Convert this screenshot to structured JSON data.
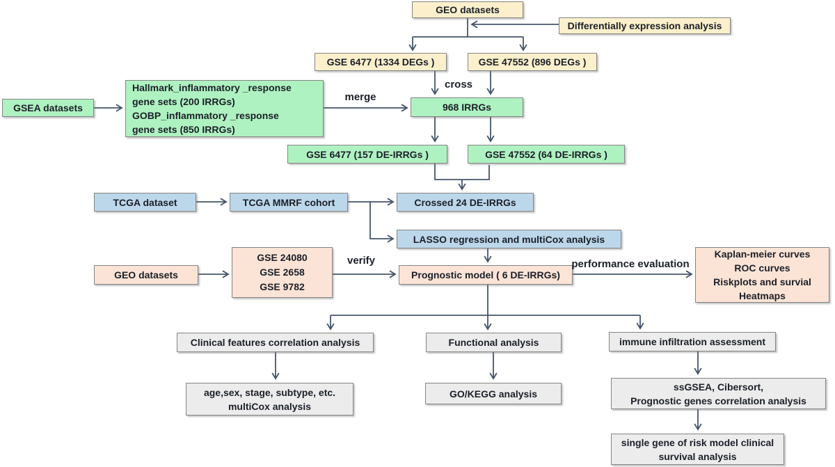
{
  "nodes": {
    "geo_top": {
      "text": "GEO datasets"
    },
    "dea": {
      "text": "Differentially expression analysis"
    },
    "gse6477_degs": {
      "text": "GSE 6477 (1334 DEGs )"
    },
    "gse47552_degs": {
      "text": "GSE 47552 (896 DEGs )"
    },
    "gsea": {
      "text": "GSEA datasets"
    },
    "hallmark": {
      "text": "Hallmark_inflammatory _response\ngene sets (200 IRRGs)\nGOBP_inflammatory _response\ngene sets (850 IRRGs)"
    },
    "irrgs_968": {
      "text": "968 IRRGs"
    },
    "gse6477_de": {
      "text": "GSE 6477 (157 DE-IRRGs )"
    },
    "gse47552_de": {
      "text": "GSE 47552 (64 DE-IRRGs )"
    },
    "tcga": {
      "text": "TCGA dataset"
    },
    "mmrf": {
      "text": "TCGA MMRF cohort"
    },
    "crossed": {
      "text": "Crossed 24 DE-IRRGs"
    },
    "lasso": {
      "text": "LASSO regression and multiCox analysis"
    },
    "geo_bottom": {
      "text": "GEO datasets"
    },
    "gse_validate": {
      "text": "GSE 24080\nGSE 2658\nGSE 9782"
    },
    "prognostic": {
      "text": "Prognostic model ( 6 DE-IRRGs)"
    },
    "kaplan": {
      "text": "Kaplan-meier curves\nROC curves\nRiskplots and survial\nHeatmaps"
    },
    "clinical": {
      "text": "Clinical features correlation analysis"
    },
    "functional": {
      "text": "Functional analysis"
    },
    "immune": {
      "text": "immune infiltration assessment"
    },
    "age_multicox": {
      "text": "age,sex, stage, subtype, etc.\nmultiCox analysis"
    },
    "go_kegg": {
      "text": "GO/KEGG analysis"
    },
    "ssgsea": {
      "text": "ssGSEA, Cibersort,\nPrognostic genes correlation analysis"
    },
    "single_gene": {
      "text": "single gene of risk model clinical\nsurvival analysis"
    }
  },
  "edge_labels": {
    "merge": "merge",
    "cross": "cross",
    "verify": "verify",
    "performance": "performance evaluation"
  },
  "colors": {
    "cream": "#FBF0CB",
    "green": "#AFF2C1",
    "blue": "#BDD7EA",
    "peach": "#FBE4D6",
    "gray": "#ECECEC",
    "line": "#44546A",
    "border": "#848484",
    "text": "#1B1F28"
  }
}
